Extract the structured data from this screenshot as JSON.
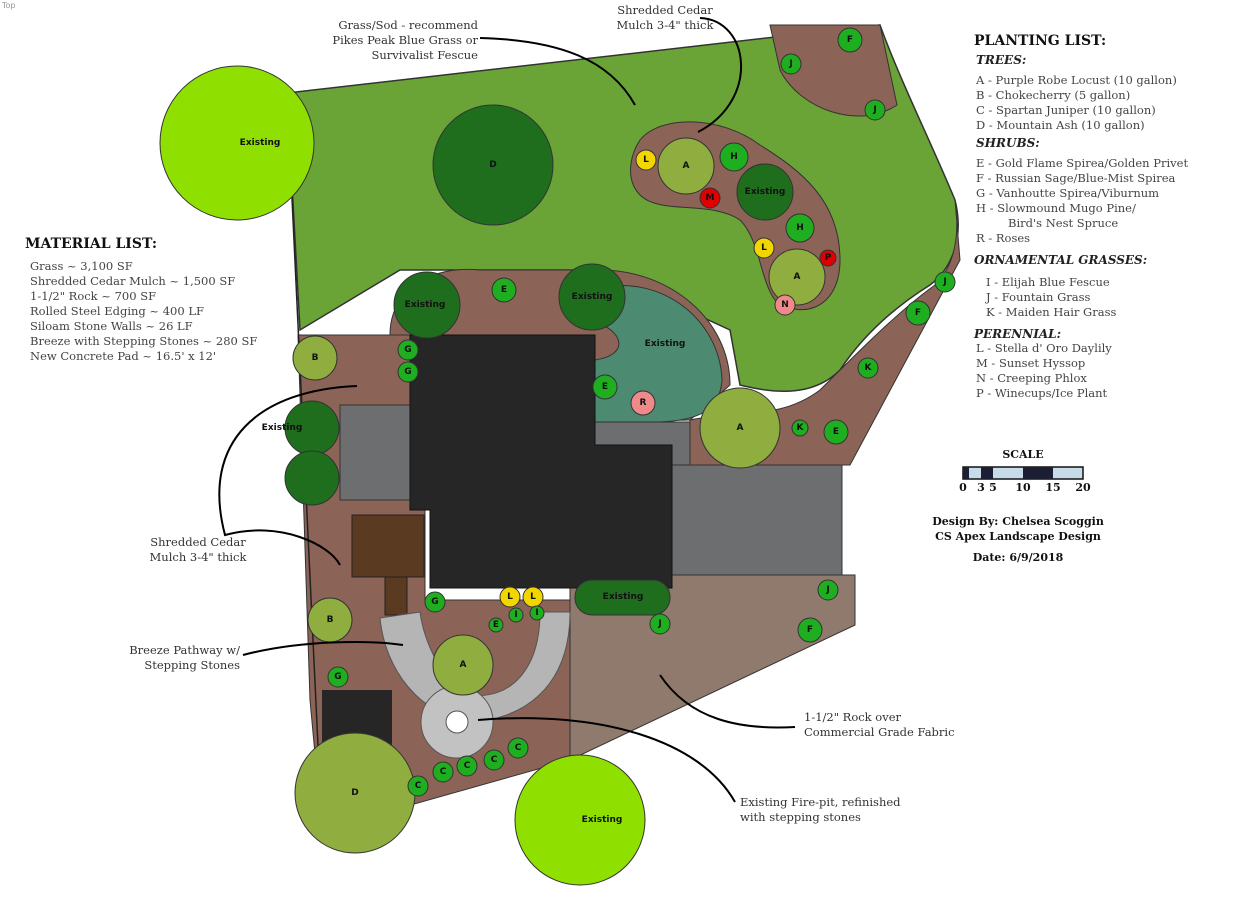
{
  "view_label": "Top",
  "colors": {
    "grass": "#6aa336",
    "mulch": "#8c6357",
    "house": "#262626",
    "concrete": "#6d6e70",
    "rock": "#8f7a6d",
    "existing_tree": "#8fe000",
    "dark_tree": "#1e6e1e",
    "olive_tree": "#8fae3f",
    "teal": "#4d8a72",
    "yellow": "#f2d600",
    "red": "#e00000",
    "pink": "#f08a8a"
  },
  "planting_list": {
    "title": "PLANTING LIST:",
    "sections": [
      {
        "heading": "TREES:",
        "items": [
          "A - Purple Robe Locust (10 gallon)",
          "B - Chokecherry (5 gallon)",
          "C - Spartan Juniper (10 gallon)",
          "D  - Mountain Ash (10 gallon)"
        ]
      },
      {
        "heading": "SHRUBS:",
        "items": [
          "E - Gold Flame Spirea/Golden Privet",
          "F - Russian Sage/Blue-Mist Spirea",
          "G - Vanhoutte Spirea/Viburnum",
          "H - Slowmound Mugo Pine/",
          "      Bird's Nest Spruce",
          "R - Roses"
        ]
      },
      {
        "heading": "ORNAMENTAL GRASSES:",
        "items": [
          "I - Elijah Blue Fescue",
          "J - Fountain Grass",
          "K - Maiden Hair Grass"
        ]
      },
      {
        "heading": "PERENNIAL:",
        "items": [
          "L - Stella d' Oro Daylily",
          "M - Sunset Hyssop",
          "N - Creeping Phlox",
          "P - Winecups/Ice Plant"
        ]
      }
    ]
  },
  "material_list": {
    "title": "MATERIAL LIST:",
    "items": [
      "Grass ~ 3,100 SF",
      "Shredded Cedar Mulch ~ 1,500 SF",
      "1-1/2\" Rock ~ 700 SF",
      "Rolled Steel Edging ~ 400 LF",
      "Siloam Stone Walls ~ 26 LF",
      "Breeze with Stepping Stones ~ 280 SF",
      "New Concrete Pad ~ 16.5' x 12'"
    ]
  },
  "scale": {
    "title": "SCALE",
    "ticks": [
      "0",
      "3",
      "5",
      "10",
      "15",
      "20"
    ]
  },
  "credits": {
    "designer": "Design By: Chelsea Scoggin",
    "company": "CS Apex Landscape Design",
    "date": "Date: 6/9/2018"
  },
  "callouts": [
    [
      "Grass/Sod - recommend",
      "Pikes Peak Blue Grass or",
      "Survivalist Fescue"
    ],
    [
      "Shredded Cedar",
      "Mulch 3-4\" thick"
    ],
    [
      "Shredded Cedar",
      "Mulch 3-4\" thick"
    ],
    [
      "Breeze Pathway w/",
      "Stepping Stones"
    ],
    [
      "1-1/2\" Rock over",
      "Commercial Grade Fabric"
    ],
    [
      "Existing Fire-pit, refinished",
      "with stepping stones"
    ]
  ],
  "existing_label": "Existing",
  "plants": [
    "D",
    "D",
    "B",
    "B",
    "A",
    "A",
    "A",
    "A",
    "G",
    "G",
    "G",
    "G",
    "E",
    "E",
    "E",
    "E",
    "F",
    "F",
    "F",
    "J",
    "J",
    "J",
    "J",
    "J",
    "K",
    "K",
    "H",
    "H",
    "L",
    "L",
    "L",
    "L",
    "M",
    "N",
    "R",
    "P",
    "C",
    "C",
    "C",
    "C",
    "C",
    "C",
    "I",
    "I"
  ]
}
